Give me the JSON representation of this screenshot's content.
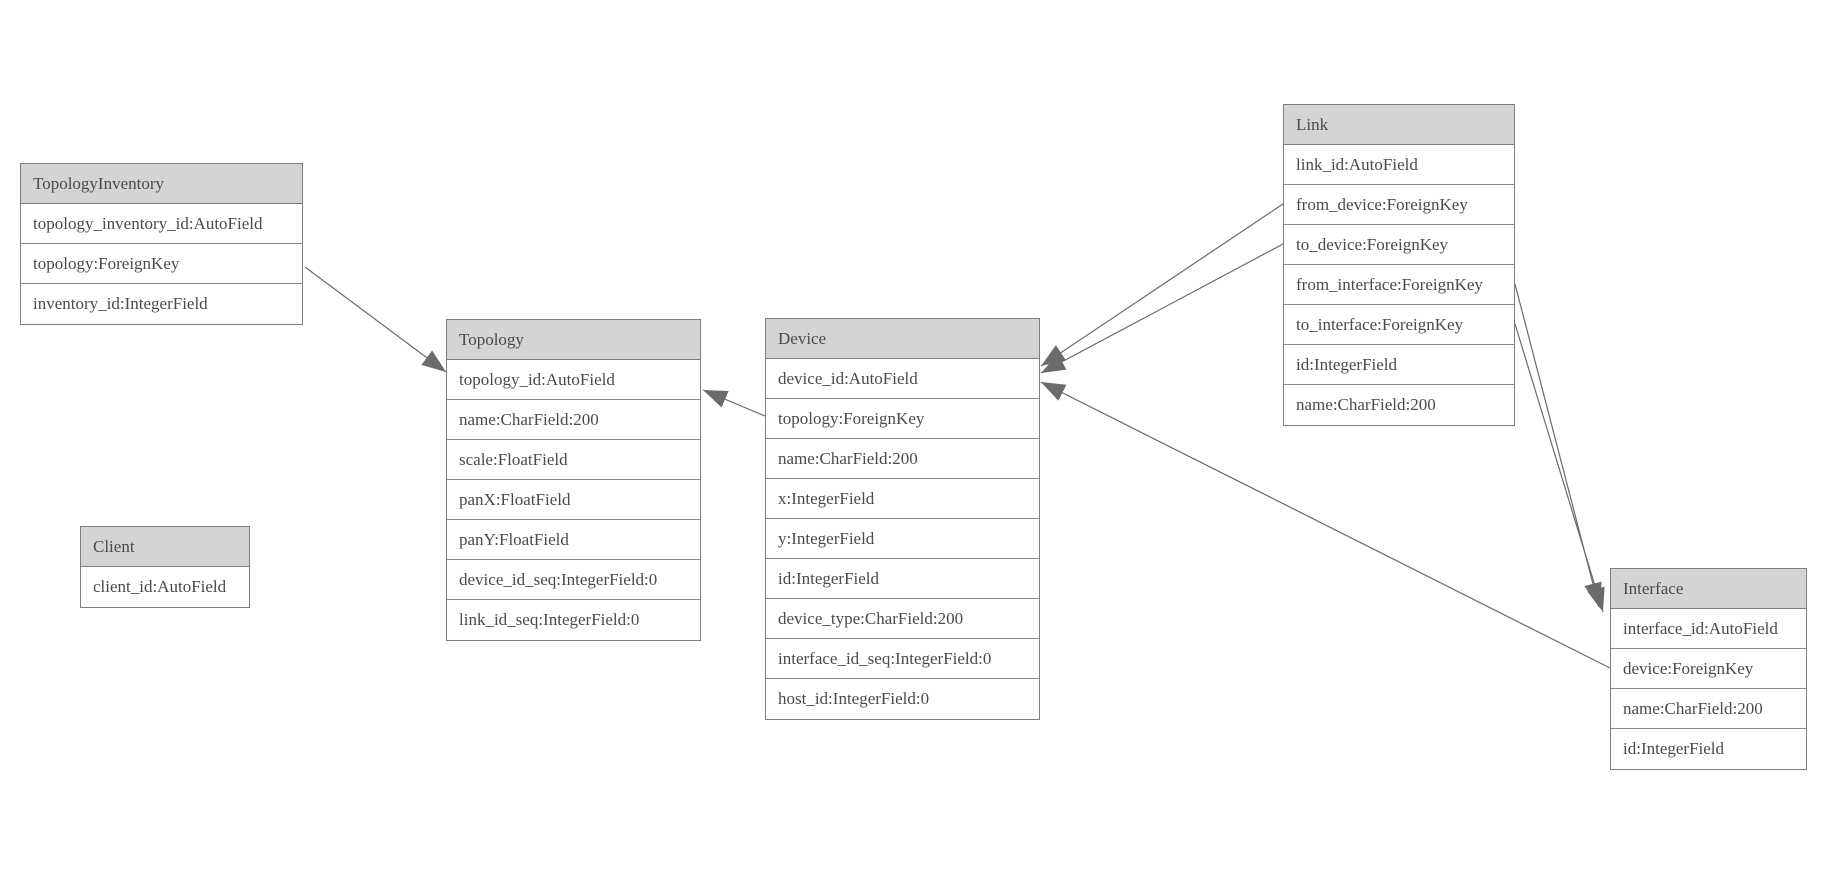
{
  "diagram": {
    "type": "entity-relationship",
    "background_color": "#ffffff",
    "header_fill_color": "#d4d4d4",
    "border_color": "#7e7e7e",
    "edge_color": "#6b6b6b",
    "text_color": "#4a4a4a"
  },
  "tables": [
    {
      "name": "TopologyInventory",
      "rows": [
        "topology_inventory_id:AutoField",
        "topology:ForeignKey",
        "inventory_id:IntegerField"
      ]
    },
    {
      "name": "Topology",
      "rows": [
        "topology_id:AutoField",
        "name:CharField:200",
        "scale:FloatField",
        "panX:FloatField",
        "panY:FloatField",
        "device_id_seq:IntegerField:0",
        "link_id_seq:IntegerField:0"
      ]
    },
    {
      "name": "Client",
      "rows": [
        "client_id:AutoField"
      ]
    },
    {
      "name": "Device",
      "rows": [
        "device_id:AutoField",
        "topology:ForeignKey",
        "name:CharField:200",
        "x:IntegerField",
        "y:IntegerField",
        "id:IntegerField",
        "device_type:CharField:200",
        "interface_id_seq:IntegerField:0",
        "host_id:IntegerField:0"
      ]
    },
    {
      "name": "Link",
      "rows": [
        "link_id:AutoField",
        "from_device:ForeignKey",
        "to_device:ForeignKey",
        "from_interface:ForeignKey",
        "to_interface:ForeignKey",
        "id:IntegerField",
        "name:CharField:200"
      ]
    },
    {
      "name": "Interface",
      "rows": [
        "interface_id:AutoField",
        "device:ForeignKey",
        "name:CharField:200",
        "id:IntegerField"
      ]
    }
  ],
  "relationships": [
    {
      "from": "TopologyInventory.topology",
      "to": "Topology"
    },
    {
      "from": "Device.topology",
      "to": "Topology"
    },
    {
      "from": "Link.from_device",
      "to": "Device"
    },
    {
      "from": "Link.to_device",
      "to": "Device"
    },
    {
      "from": "Link.from_interface",
      "to": "Interface"
    },
    {
      "from": "Link.to_interface",
      "to": "Interface"
    },
    {
      "from": "Interface.device",
      "to": "Device"
    }
  ]
}
